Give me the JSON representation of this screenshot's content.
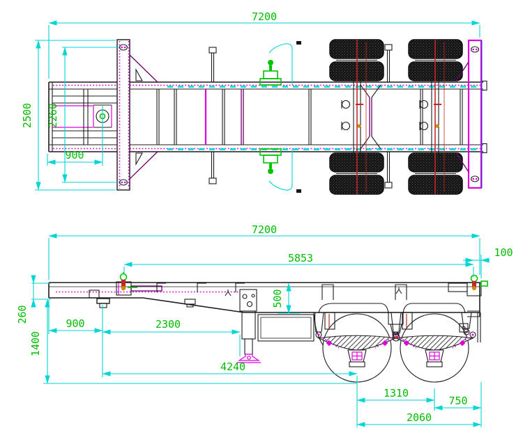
{
  "top_view": {
    "dim_overall_length": "7200",
    "dim_overall_width": "2500",
    "dim_lock_width": "2260",
    "dim_kingpin_setback": "900"
  },
  "side_view": {
    "dim_overall_length": "7200",
    "dim_lock_spacing": "5853",
    "dim_rear_lock_offset": "100",
    "dim_gooseneck_depth": "260",
    "dim_overall_height": "1400",
    "dim_kingpin_setback": "900",
    "dim_landing_gear_pos": "2300",
    "dim_main_beam_depth": "500",
    "dim_kingpin_to_axle": "4240",
    "dim_axle_spacing": "1310",
    "dim_rear_overhang": "750",
    "dim_axle_to_rear": "2060"
  },
  "colors": {
    "bg": "#ffffff",
    "dim": "#00d6d6",
    "text": "#00bd00",
    "magenta": "#dd00dd",
    "ink": "#1b1b1b",
    "purple": "#6b006b",
    "red": "#c22626",
    "green": "#00c400",
    "orange": "#cc8800",
    "blue": "#3b3bd8"
  }
}
